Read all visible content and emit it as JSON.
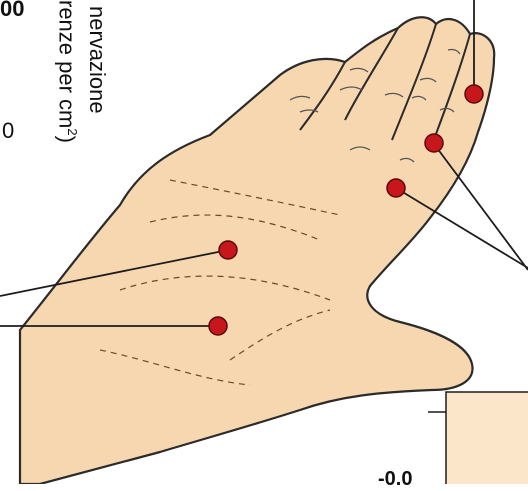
{
  "axis_labels": {
    "top": "00",
    "mid": "0",
    "bottom": "-0.0"
  },
  "rotated_text": {
    "line1": "nervazione",
    "line2": "renze per cm",
    "line2_sup": "2",
    "line2_close": ")"
  },
  "colors": {
    "skin": "#f7d7b0",
    "skin_outline": "#2b2b2b",
    "point": "#c8161d",
    "line": "#1c1c1c",
    "box": "#fbe6c9"
  }
}
